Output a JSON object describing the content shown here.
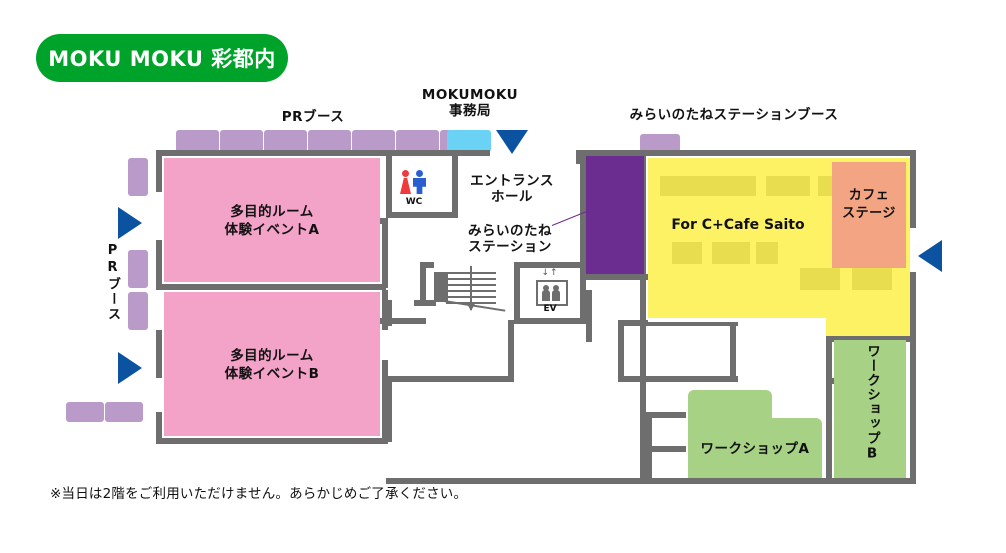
{
  "title": {
    "badge": "MOKU MOKU 彩都内"
  },
  "labels": {
    "pr_booth_top": "PRブース",
    "mokumoku_office": "MOKUMOKU\n事務局",
    "mirai_station_booth": "みらいのたねステーションブース",
    "entrance_hall": "エントランス\nホール",
    "mirai_station": "みらいのたね\nステーション",
    "pr_booth_left": "PRブース",
    "wc": "WC",
    "ev": "EV",
    "ev_arrows": "↓↑"
  },
  "rooms": {
    "multi_a": "多目的ルーム\n体験イベントA",
    "multi_b": "多目的ルーム\n体験イベントB",
    "cafe_saito": "For C+Cafe Saito",
    "cafe_stage": "カフェ\nステージ",
    "workshop_a": "ワークショップA",
    "workshop_b": "ワークショップB"
  },
  "footnote": "※当日は2階をご利用いただけません。あらかじめご了承ください。",
  "colors": {
    "brand_green": "#00a32a",
    "booth_purple": "#b99ac9",
    "booth_cyan": "#69d2f5",
    "arrow_blue": "#0b52a0",
    "wall_gray": "#6e6e6e",
    "room_pink": "#f2a3c7",
    "room_yellow": "#fdf264",
    "room_green": "#a7d285",
    "room_salmon": "#f3a483",
    "room_purple": "#6b2d90",
    "wc_red": "#ef3b3b",
    "wc_blue": "#2b5fd0"
  },
  "icons": {
    "wc_icon": "restroom-icon",
    "ev_icon": "elevator-icon",
    "stairs_icon": "stairs-icon"
  }
}
